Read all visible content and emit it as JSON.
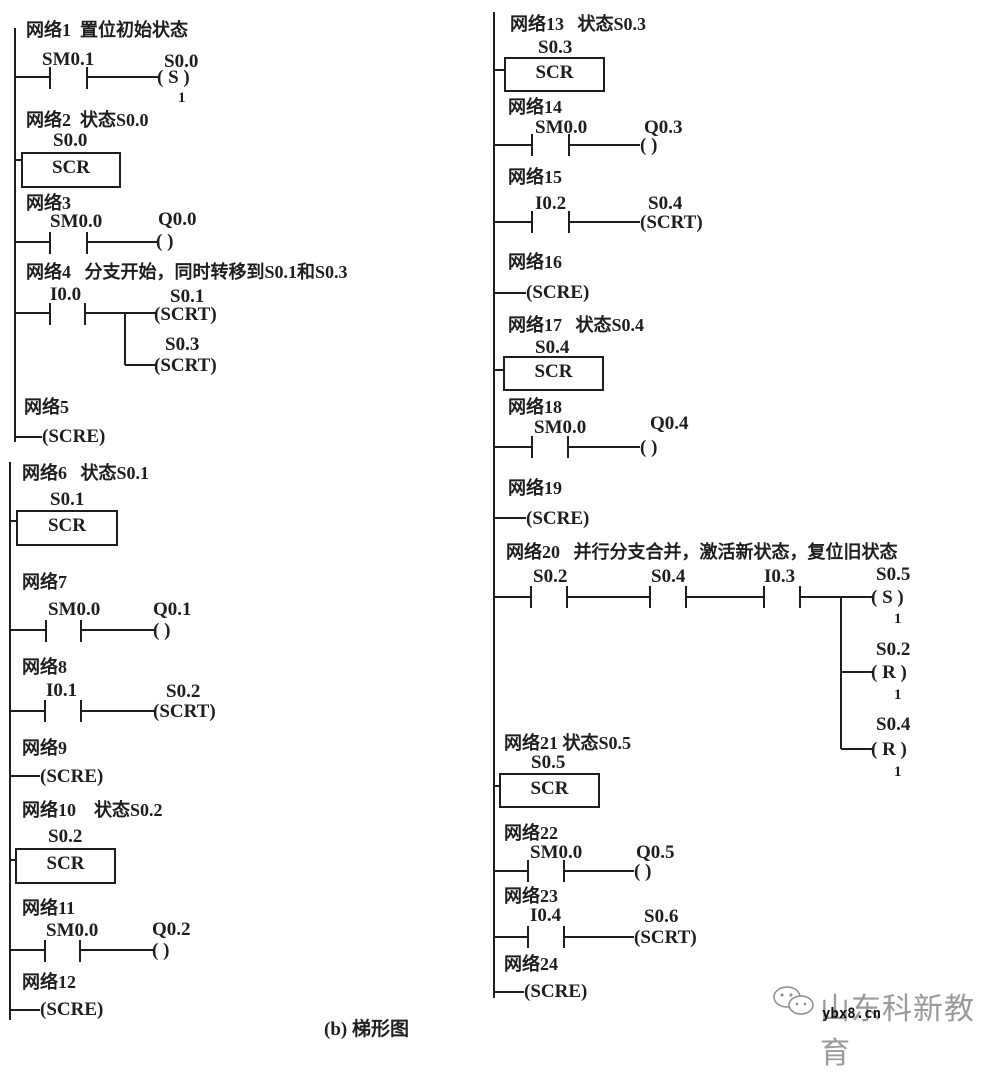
{
  "caption": "(b) 梯形图",
  "watermark": {
    "name": "山东科新教育",
    "url": "ybx8.cn",
    "icon": "wechat-icon"
  },
  "networks": [
    {
      "id": 1,
      "label": "网络1",
      "comment": "置位初始状态",
      "type": "set",
      "contacts": [
        "SM0.1"
      ],
      "coil": {
        "addr": "S0.0",
        "op": "S",
        "n": "1"
      }
    },
    {
      "id": 2,
      "label": "网络2",
      "comment": "状态S0.0",
      "type": "scr",
      "addr": "S0.0",
      "box": "SCR"
    },
    {
      "id": 3,
      "label": "网络3",
      "comment": "",
      "type": "output",
      "contacts": [
        "SM0.0"
      ],
      "coil": {
        "addr": "Q0.0",
        "op": ""
      }
    },
    {
      "id": 4,
      "label": "网络4",
      "comment": "分支开始，同时转移到S0.1和S0.3",
      "type": "branch",
      "contacts": [
        "I0.0"
      ],
      "coils": [
        {
          "addr": "S0.1",
          "op": "SCRT"
        },
        {
          "addr": "S0.3",
          "op": "SCRT"
        }
      ]
    },
    {
      "id": 5,
      "label": "网络5",
      "comment": "",
      "type": "scre",
      "coil": "(SCRE)"
    },
    {
      "id": 6,
      "label": "网络6",
      "comment": "状态S0.1",
      "type": "scr",
      "addr": "S0.1",
      "box": "SCR"
    },
    {
      "id": 7,
      "label": "网络7",
      "comment": "",
      "type": "output",
      "contacts": [
        "SM0.0"
      ],
      "coil": {
        "addr": "Q0.1",
        "op": ""
      }
    },
    {
      "id": 8,
      "label": "网络8",
      "comment": "",
      "type": "transition",
      "contacts": [
        "I0.1"
      ],
      "coil": {
        "addr": "S0.2",
        "op": "SCRT"
      }
    },
    {
      "id": 9,
      "label": "网络9",
      "comment": "",
      "type": "scre",
      "coil": "(SCRE)"
    },
    {
      "id": 10,
      "label": "网络10",
      "comment": "状态S0.2",
      "type": "scr",
      "addr": "S0.2",
      "box": "SCR"
    },
    {
      "id": 11,
      "label": "网络11",
      "comment": "",
      "type": "output",
      "contacts": [
        "SM0.0"
      ],
      "coil": {
        "addr": "Q0.2",
        "op": ""
      }
    },
    {
      "id": 12,
      "label": "网络12",
      "comment": "",
      "type": "scre",
      "coil": "(SCRE)"
    },
    {
      "id": 13,
      "label": "网络13",
      "comment": "状态S0.3",
      "type": "scr",
      "addr": "S0.3",
      "box": "SCR"
    },
    {
      "id": 14,
      "label": "网络14",
      "comment": "",
      "type": "output",
      "contacts": [
        "SM0.0"
      ],
      "coil": {
        "addr": "Q0.3",
        "op": ""
      }
    },
    {
      "id": 15,
      "label": "网络15",
      "comment": "",
      "type": "transition",
      "contacts": [
        "I0.2"
      ],
      "coil": {
        "addr": "S0.4",
        "op": "SCRT"
      }
    },
    {
      "id": 16,
      "label": "网络16",
      "comment": "",
      "type": "scre",
      "coil": "(SCRE)"
    },
    {
      "id": 17,
      "label": "网络17",
      "comment": "状态S0.4",
      "type": "scr",
      "addr": "S0.4",
      "box": "SCR"
    },
    {
      "id": 18,
      "label": "网络18",
      "comment": "",
      "type": "output",
      "contacts": [
        "SM0.0"
      ],
      "coil": {
        "addr": "Q0.4",
        "op": ""
      }
    },
    {
      "id": 19,
      "label": "网络19",
      "comment": "",
      "type": "scre",
      "coil": "(SCRE)"
    },
    {
      "id": 20,
      "label": "网络20",
      "comment": "并行分支合并，激活新状态，复位旧状态",
      "type": "merge",
      "contacts": [
        "S0.2",
        "S0.4",
        "I0.3"
      ],
      "coils": [
        {
          "addr": "S0.5",
          "op": "S",
          "n": "1"
        },
        {
          "addr": "S0.2",
          "op": "R",
          "n": "1"
        },
        {
          "addr": "S0.4",
          "op": "R",
          "n": "1"
        }
      ]
    },
    {
      "id": 21,
      "label": "网络21",
      "comment": "状态S0.5",
      "type": "scr",
      "addr": "S0.5",
      "box": "SCR"
    },
    {
      "id": 22,
      "label": "网络22",
      "comment": "",
      "type": "output",
      "contacts": [
        "SM0.0"
      ],
      "coil": {
        "addr": "Q0.5",
        "op": ""
      }
    },
    {
      "id": 23,
      "label": "网络23",
      "comment": "",
      "type": "transition",
      "contacts": [
        "I0.4"
      ],
      "coil": {
        "addr": "S0.6",
        "op": "SCRT"
      }
    },
    {
      "id": 24,
      "label": "网络24",
      "comment": "",
      "type": "scre",
      "coil": "(SCRE)"
    }
  ],
  "coil_text": {
    "empty": "(      )",
    "scrt": "(SCRT)",
    "scre": "(SCRE)",
    "set": "( S )",
    "reset": "( R )"
  }
}
